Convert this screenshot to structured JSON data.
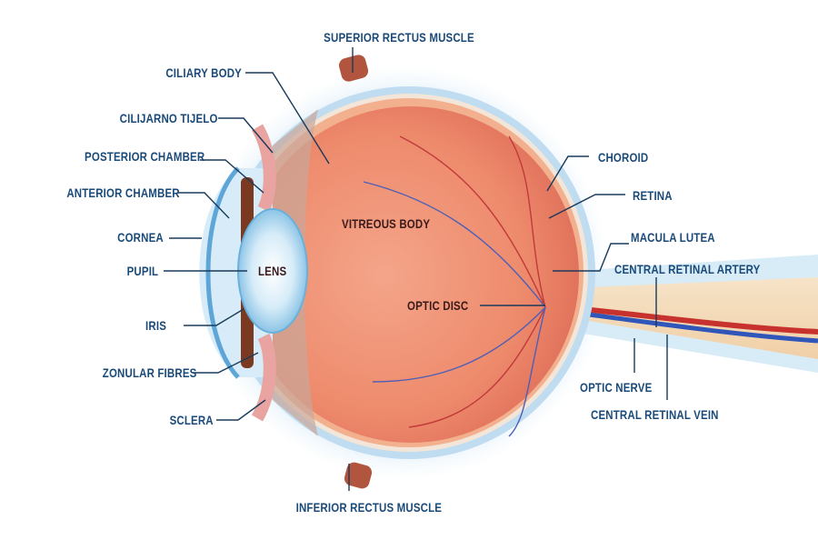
{
  "labels": {
    "superior_rectus": "SUPERIOR RECTUS MUSCLE",
    "ciliary_body": "CILIARY BODY",
    "cilijarno_tijelo": "CILIJARNO TIJELO",
    "posterior_chamber": "POSTERIOR CHAMBER",
    "anterior_chamber": "ANTERIOR CHAMBER",
    "cornea": "CORNEA",
    "pupil": "PUPIL",
    "iris": "IRIS",
    "zonular_fibres": "ZONULAR FIBRES",
    "sclera": "SCLERA",
    "inferior_rectus": "INFERIOR RECTUS MUSCLE",
    "choroid": "CHOROID",
    "retina": "RETINA",
    "macula_lutea": "MACULA LUTEA",
    "central_retinal_artery": "CENTRAL RETINAL ARTERY",
    "optic_nerve": "OPTIC NERVE",
    "central_retinal_vein": "CENTRAL RETINAL VEIN",
    "vitreous_body": "VITREOUS BODY",
    "lens": "LENS",
    "optic_disc": "OPTIC DISC"
  }
}
